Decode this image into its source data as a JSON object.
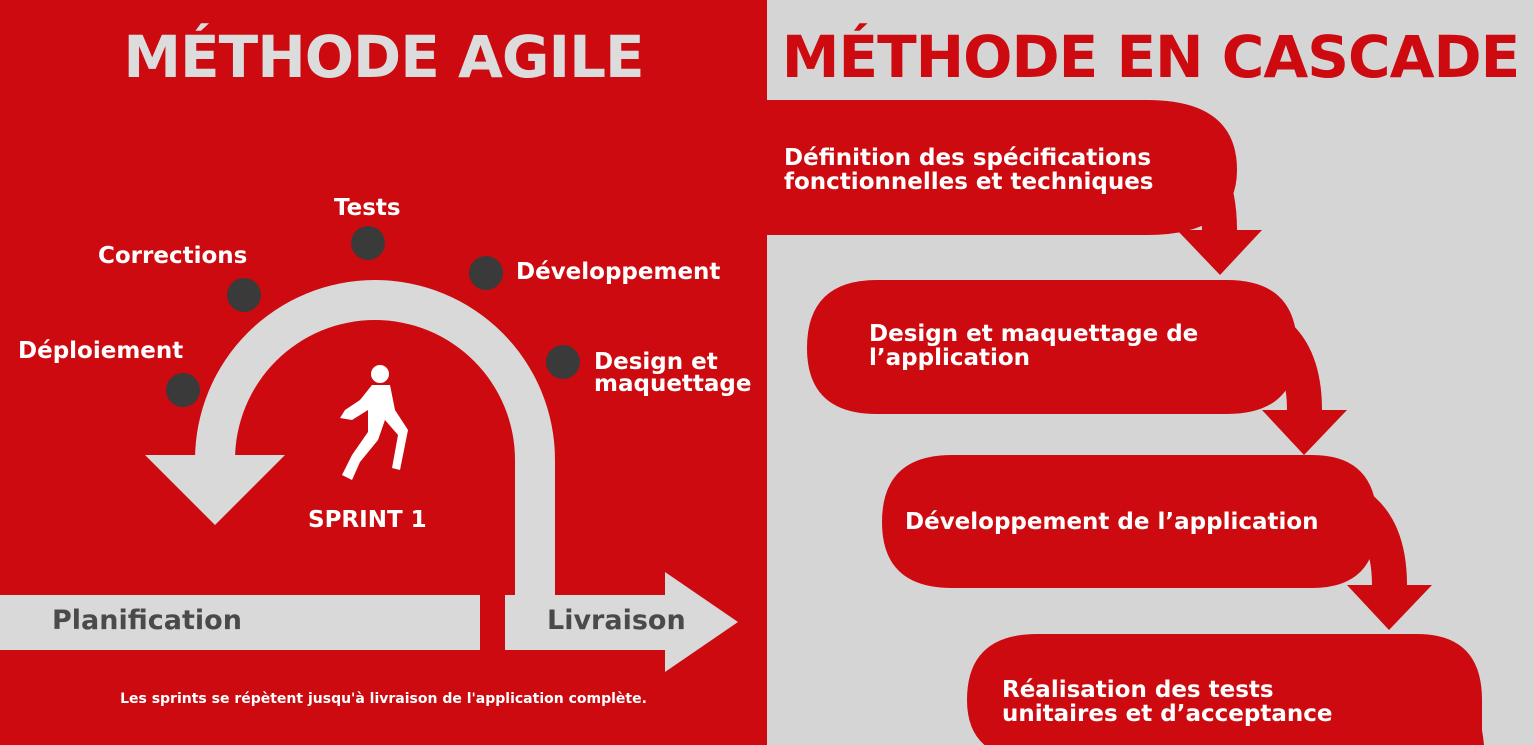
{
  "agile": {
    "title": "MÉTHODE AGILE",
    "cycle_labels": {
      "tests": "Tests",
      "corrections": "Corrections",
      "developpement": "Développement",
      "deploiement": "Déploiement",
      "design": "Design et maquettage"
    },
    "sprint_label": "SPRINT 1",
    "planification": "Planification",
    "livraison": "Livraison",
    "footnote": "Les sprints se répètent jusqu'à livraison de l'application complète.",
    "icon": "runner-icon"
  },
  "cascade": {
    "title": "MÉTHODE EN CASCADE",
    "steps": [
      "Définition des spécifications fonctionnelles et techniques",
      "Design et maquettage de l’application",
      "Développement de l’application",
      "Réalisation des tests unitaires et d’acceptance"
    ]
  },
  "colors": {
    "red": "#cc0a10",
    "light_gray": "#d5d5d5",
    "arc_gray": "#d9d9d9",
    "dot_dark": "#3a3a3a",
    "bar_text": "#4a4a4a"
  }
}
